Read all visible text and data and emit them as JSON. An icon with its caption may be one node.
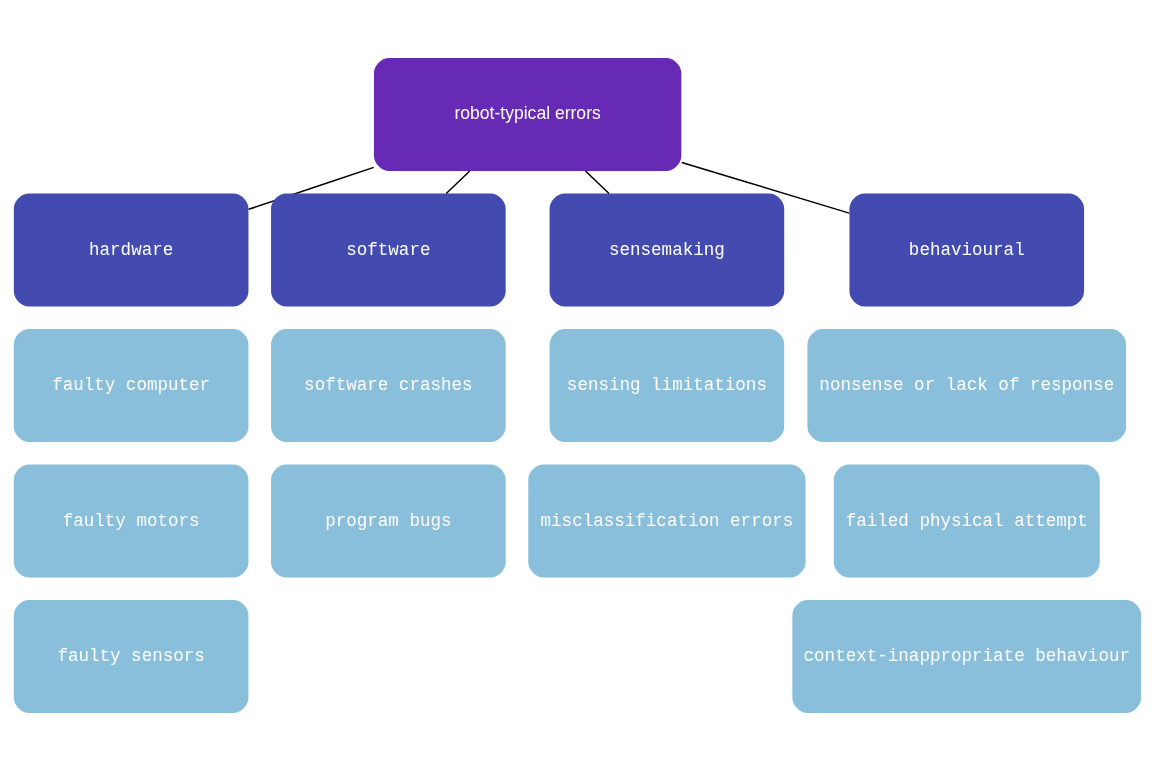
{
  "diagram": {
    "nodes": [
      {
        "text": [
          "robot-typical errors"
        ]
      },
      {
        "text": [
          "hardware"
        ]
      },
      {
        "text": [
          "software"
        ]
      },
      {
        "text": [
          "sensemaking"
        ]
      },
      {
        "text": [
          "behavioural"
        ]
      },
      {
        "text": [
          "faulty computer"
        ]
      },
      {
        "text": [
          "software crashes"
        ]
      },
      {
        "text": [
          "sensing limitations"
        ]
      },
      {
        "text": [
          "nonsense or lack of response"
        ]
      },
      {
        "text": [
          "faulty motors"
        ]
      },
      {
        "text": [
          "program bugs"
        ]
      },
      {
        "text": [
          "misclassification errors"
        ]
      },
      {
        "text": [
          "failed physical attempt"
        ]
      },
      {
        "text": [
          "faulty sensors"
        ]
      },
      {
        "text": [
          "context-inappropriate behaviour"
        ]
      }
    ],
    "edges": [
      {
        "from": 0,
        "to": 1,
        "arrow": "none"
      },
      {
        "from": 0,
        "to": 2,
        "arrow": "none"
      },
      {
        "from": 0,
        "to": 3,
        "arrow": "none"
      },
      {
        "from": 0,
        "to": 4,
        "arrow": "none"
      }
    ]
  }
}
